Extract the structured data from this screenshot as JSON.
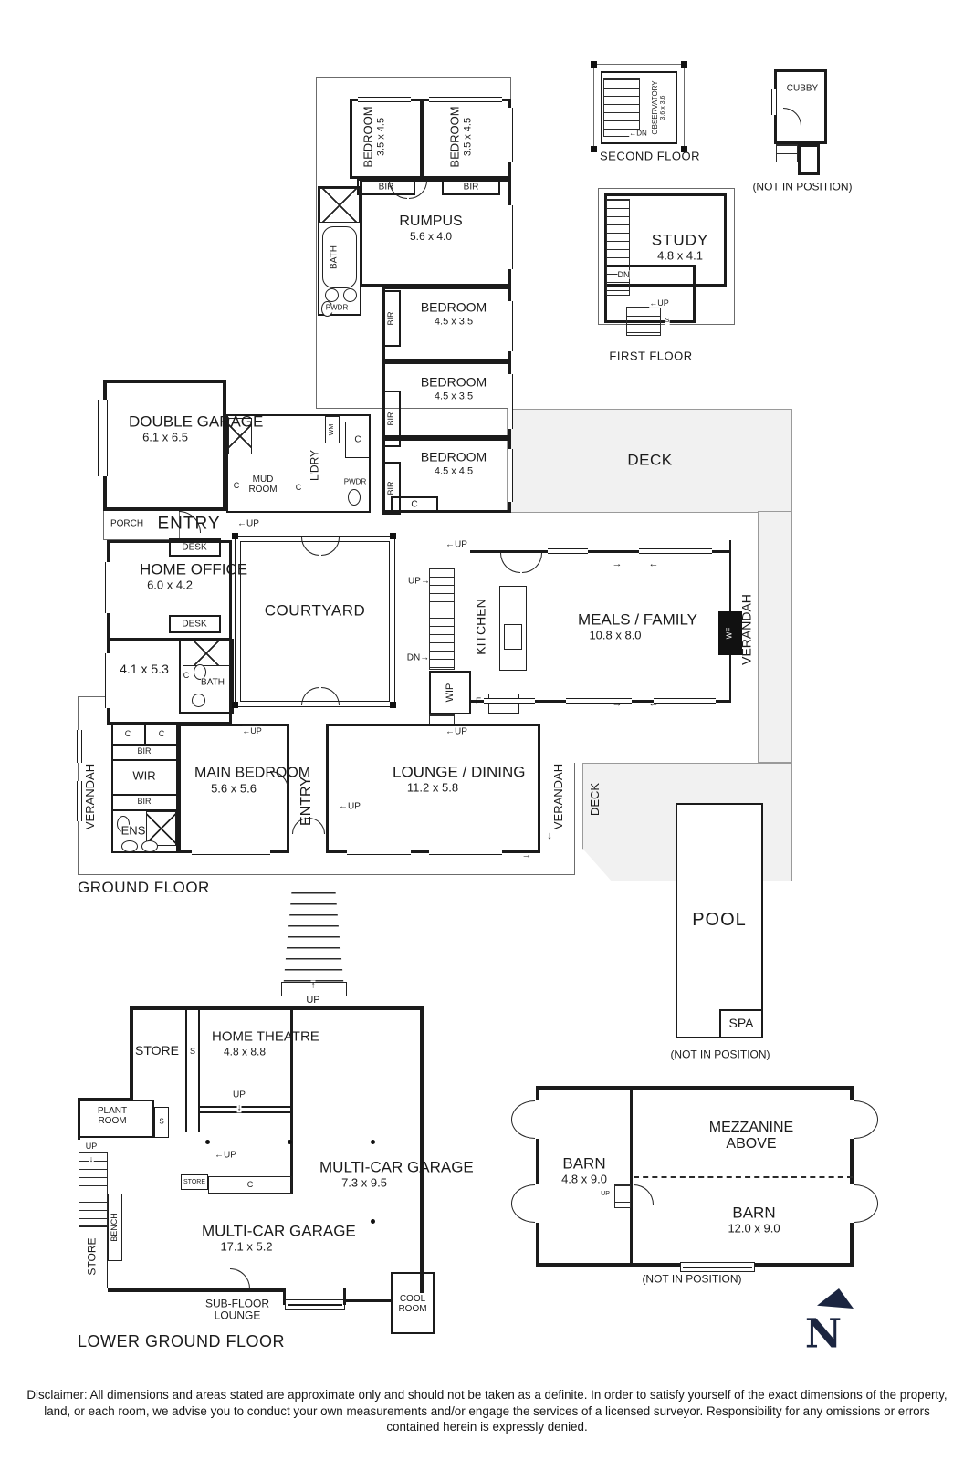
{
  "palette": {
    "wall": "#1b1b1b",
    "deck_fill": "#f1f1f1",
    "north_color": "#1b2540",
    "paper": "#ffffff"
  },
  "captions": {
    "second_floor": "SECOND FLOOR",
    "first_floor": "FIRST FLOOR",
    "ground_floor": "GROUND FLOOR",
    "lower_ground_floor": "LOWER GROUND FLOOR",
    "not_in_position": "(NOT IN POSITION)",
    "north_letter": "N"
  },
  "rooms": {
    "bedroom_3545_a": {
      "name": "BEDROOM",
      "dims": "3.5 x 4.5"
    },
    "bedroom_3545_b": {
      "name": "BEDROOM",
      "dims": "3.5 x 4.5"
    },
    "rumpus": {
      "name": "RUMPUS",
      "dims": "5.6 x 4.0"
    },
    "bedroom_4535_a": {
      "name": "BEDROOM",
      "dims": "4.5 x 3.5"
    },
    "bedroom_4535_b": {
      "name": "BEDROOM",
      "dims": "4.5 x 3.5"
    },
    "bedroom_4545": {
      "name": "BEDROOM",
      "dims": "4.5 x 4.5"
    },
    "double_garage": {
      "name": "DOUBLE GARAGE",
      "dims": "6.1 x 6.5"
    },
    "mud_room": {
      "name": "MUD ROOM"
    },
    "laundry": {
      "name": "L'DRY"
    },
    "home_office": {
      "name": "HOME OFFICE",
      "dims": "6.0 x 4.2"
    },
    "room_4153": {
      "dims": "4.1 x 5.3"
    },
    "courtyard": {
      "name": "COURTYARD"
    },
    "kitchen": {
      "name": "KITCHEN"
    },
    "meals_family": {
      "name": "MEALS / FAMILY",
      "dims": "10.8 x 8.0"
    },
    "deck": {
      "name": "DECK"
    },
    "main_bedroom": {
      "name": "MAIN BEDROOM",
      "dims": "5.6 x 5.6"
    },
    "lounge_dining": {
      "name": "LOUNGE / DINING",
      "dims": "11.2 x 5.8"
    },
    "observatory": {
      "name": "OBSERVATORY",
      "dims": "3.6 x 3.6"
    },
    "cubby": {
      "name": "CUBBY"
    },
    "study": {
      "name": "STUDY",
      "dims": "4.8 x 4.1"
    },
    "pool": {
      "name": "POOL"
    },
    "spa": {
      "name": "SPA"
    },
    "home_theatre": {
      "name": "HOME THEATRE",
      "dims": "4.8 x 8.8"
    },
    "plant_room": {
      "name": "PLANT ROOM"
    },
    "multi_car_garage_upper": {
      "name": "MULTI-CAR GARAGE",
      "dims": "7.3 x 9.5"
    },
    "multi_car_garage_lower": {
      "name": "MULTI-CAR GARAGE",
      "dims": "17.1 x 5.2"
    },
    "sub_floor_lounge": {
      "name": "SUB-FLOOR LOUNGE"
    },
    "cool_room": {
      "name": "COOL ROOM"
    },
    "barn_small": {
      "name": "BARN",
      "dims": "4.8 x 9.0"
    },
    "barn_large": {
      "name": "BARN",
      "dims": "12.0 x 9.0"
    },
    "mezzanine": {
      "name": "MEZZANINE ABOVE"
    }
  },
  "tags": {
    "bir": "BIR",
    "wir": "WIR",
    "ens": "ENS",
    "bath": "BATH",
    "pwdr": "PWDR",
    "c": "C",
    "s": "S",
    "f": "F",
    "wm": "WM",
    "wf": "WF",
    "wip": "WIP",
    "up": "UP",
    "dn": "DN",
    "desk": "DESK",
    "porch": "PORCH",
    "entry": "ENTRY",
    "verandah": "VERANDAH",
    "store": "STORE",
    "bench": "BENCH"
  },
  "icons": {
    "arrow_left": "←",
    "arrow_right": "→",
    "arrow_up": "↑",
    "arrow_down": "↓"
  },
  "disclaimer": "Disclaimer: All dimensions and areas stated are approximate only and should not be taken as a definite. In order to satisfy yourself of the exact dimensions of the property, land, or each room, we advise you to conduct your own measurements and/or engage the services of a licensed surveyor. Responsibility for any omissions or errors contained herein is expressly denied."
}
